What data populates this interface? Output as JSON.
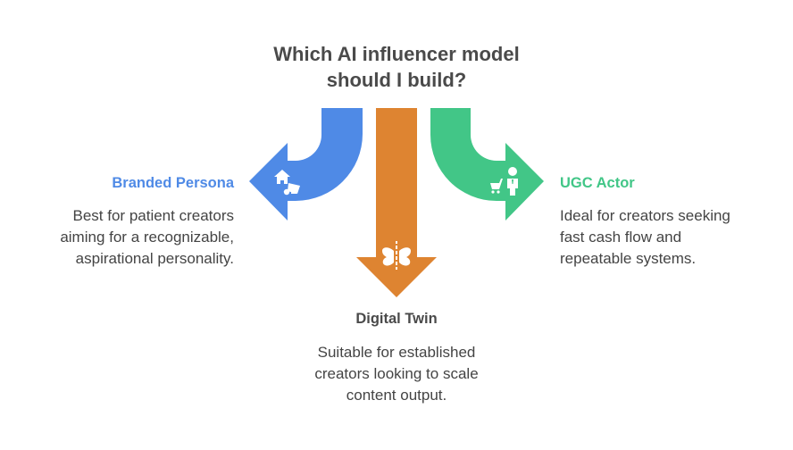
{
  "title": {
    "line1": "Which AI influencer model",
    "line2": "should I build?"
  },
  "colors": {
    "blue": "#4f8ae6",
    "orange": "#de8431",
    "green": "#42c687",
    "text": "#444444"
  },
  "options": [
    {
      "id": "branded-persona",
      "heading": "Branded Persona",
      "description": [
        "Best for patient creators",
        "aiming for a recognizable,",
        "aspirational personality."
      ],
      "icon": "house-megaphone-icon",
      "direction": "left"
    },
    {
      "id": "digital-twin",
      "heading": "Digital Twin",
      "description": [
        "Suitable for established",
        "creators looking to scale",
        "content output."
      ],
      "icon": "butterfly-icon",
      "direction": "down"
    },
    {
      "id": "ugc-actor",
      "heading": "UGC Actor",
      "description": [
        "Ideal for creators seeking",
        "fast cash flow and",
        "repeatable systems."
      ],
      "icon": "cart-person-icon",
      "direction": "right"
    }
  ]
}
